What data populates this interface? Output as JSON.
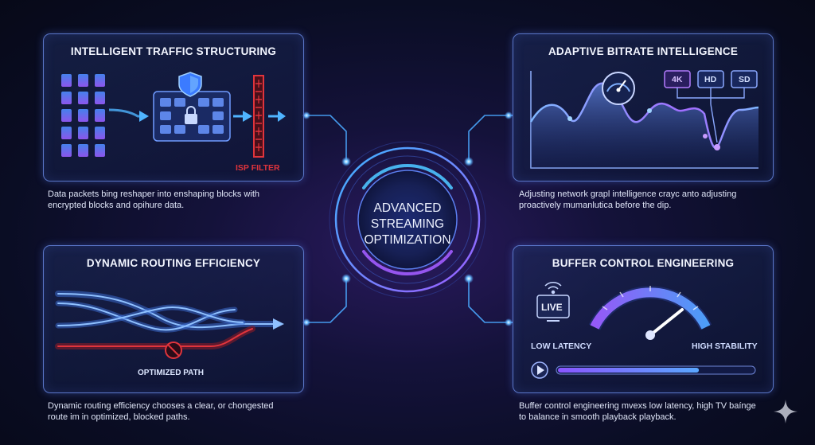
{
  "center": {
    "lines": [
      "ADVANCED",
      "STREAMING",
      "OPTIMIZATION"
    ]
  },
  "panels": {
    "traffic": {
      "title": "INTELLIGENT TRAFFIC STRUCTURING",
      "filter_label": "ISP FILTER",
      "description": [
        "Data packets bing reshaper into enshaping blocks with",
        "encrypted blocks and opihure data."
      ]
    },
    "bitrate": {
      "title": "ADAPTIVE BITRATE INTELLIGENCE",
      "quality_options": [
        "4K",
        "HD",
        "SD"
      ],
      "description": [
        "Adjusting network grapl intelligence crayc anto adjusting",
        "proactively mumanlutica before the dip."
      ]
    },
    "routing": {
      "title": "DYNAMIC ROUTING EFFICIENCY",
      "path_label": "OPTIMIZED PATH",
      "description": [
        "Dynamic routing efficiency chooses a clear, or chongested",
        "route im in optimized, blocked paths."
      ]
    },
    "buffer": {
      "title": "BUFFER CONTROL ENGINEERING",
      "live_label": "LIVE",
      "low_label": "LOW LATENCY",
      "high_label": "HIGH STABILITY",
      "progress": 0.72,
      "description": [
        "Buffer control engineering mvexs low latency, high TV baínge",
        "to balance in smooth playback playback."
      ]
    }
  },
  "colors": {
    "accent_blue": "#4fa3ff",
    "accent_purple": "#9b5cff",
    "filter_red": "#e0343c",
    "panel_border": "#5a76c8"
  },
  "icons": [
    "document-icon",
    "shield-icon",
    "lock-icon",
    "firewall-icon",
    "speedometer-icon",
    "wifi-icon",
    "play-icon",
    "block-icon",
    "sparkle-icon"
  ]
}
